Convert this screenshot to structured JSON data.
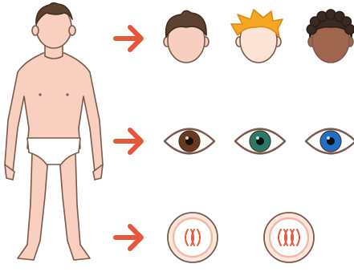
{
  "illustration": {
    "figure": {
      "icon": "person-in-underwear-icon",
      "skin": "#f9d0bf",
      "outline": "#7a5a4c",
      "hair": "#5d4232",
      "underwear": "#ffffff"
    },
    "arrow_color": "#e8563a",
    "rows": [
      {
        "key": "hair",
        "arrow_icon": "arrow-right-icon",
        "items": [
          {
            "icon": "head-brown-hair-icon",
            "hair_color": "#5d4232",
            "skin_color": "#f7cfc0"
          },
          {
            "icon": "head-blond-hair-icon",
            "hair_color": "#f6a623",
            "skin_color": "#fbe3d6"
          },
          {
            "icon": "head-curly-dark-hair-icon",
            "hair_color": "#3a2a22",
            "skin_color": "#a0664e"
          }
        ]
      },
      {
        "key": "eyes",
        "arrow_icon": "arrow-right-icon",
        "items": [
          {
            "icon": "brown-eye-icon",
            "iris_color": "#6b3a1c"
          },
          {
            "icon": "green-eye-icon",
            "iris_color": "#2b7a67"
          },
          {
            "icon": "blue-eye-icon",
            "iris_color": "#1f6fc9"
          }
        ]
      },
      {
        "key": "cells",
        "arrow_icon": "arrow-right-icon",
        "items": [
          {
            "icon": "cell-chromosomes-icon",
            "chromosome_count": 4,
            "membrane_color": "#f2b8a6",
            "chromosome_color": "#e8563a"
          },
          {
            "icon": "cell-chromosomes-icon",
            "chromosome_count": 6,
            "membrane_color": "#f2b8a6",
            "chromosome_color": "#e8563a"
          }
        ]
      }
    ]
  }
}
